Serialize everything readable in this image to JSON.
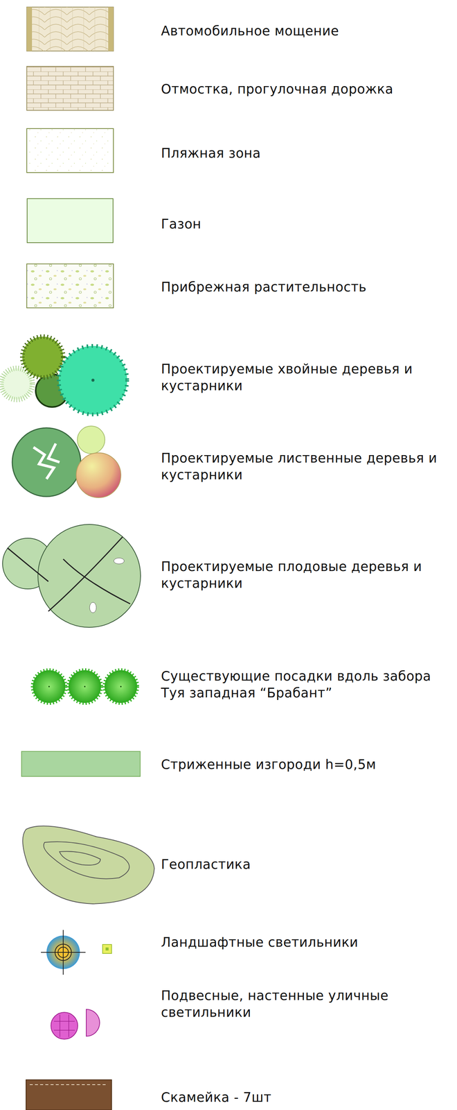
{
  "diagram": {
    "legend": [
      {
        "text": "Автомобильное мощение"
      },
      {
        "text": "Отмостка, прогулочная дорожка"
      },
      {
        "text": "Пляжная зона"
      },
      {
        "text": "Газон",
        "color": "#ebfde3"
      },
      {
        "text": "Прибрежная растительность"
      },
      {
        "text": "Проектируемые хвойные деревья и кустарники"
      },
      {
        "text": "Проектируемые лиственные деревья и кустарники"
      },
      {
        "text": "Проектируемые плодовые деревья и кустарники"
      },
      {
        "text": "Существующие посадки вдоль забора Туя западная “Брабант”"
      },
      {
        "text": "Стриженные изгороди h=0,5м",
        "color": "#a9d69f"
      },
      {
        "text": "Геопластика"
      },
      {
        "text": "Ландшафтные светильники"
      },
      {
        "text": "Подвесные, настенные уличные светильники"
      },
      {
        "text": "Скамейка - 7шт"
      }
    ]
  }
}
